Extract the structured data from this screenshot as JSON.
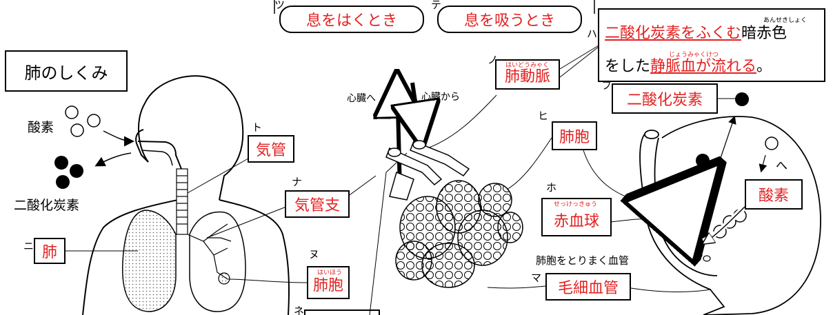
{
  "top": {
    "marker_tsu": "ツ",
    "marker_te": "テ",
    "exhale": "息をはくとき",
    "inhale": "息を吸うとき"
  },
  "title": "肺のしくみ",
  "left": {
    "oxygen": "酸素",
    "co2": "二酸化炭素",
    "marker_ni": "ニ",
    "lung": "肺",
    "marker_to": "ト",
    "trachea": "気管",
    "marker_na": "ナ",
    "bronchus": "気管支",
    "marker_nu": "ヌ",
    "alveoli_ruby": "はいほう",
    "alveoli": "肺胞",
    "marker_ne": "ネ"
  },
  "center": {
    "to_heart": "心臓へ",
    "from_heart": "心臓から",
    "marker_no": "ノ",
    "pulm_artery_ruby": "はいどうみゃく",
    "pulm_artery": "肺動脈",
    "marker_hi": "ヒ",
    "alveolus": "肺胞",
    "marker_ho": "ホ",
    "rbc_ruby": "せっけっきゅう",
    "rbc": "赤血球",
    "capillary_caption": "肺胞をとりまく血管",
    "marker_ma": "マ",
    "capillary": "毛細血管"
  },
  "right": {
    "marker_ha": "ハ",
    "note_part1": "二酸化炭素をふくむ",
    "note_part2": "暗赤色",
    "note_ruby1": "あんせきしょく",
    "note_part3": "をした",
    "note_part4": "静脈血が流れる",
    "note_part5": "。",
    "note_ruby2": "じょうみゃくけつ",
    "marker_fu": "フ",
    "co2": "二酸化炭素",
    "he": "へ",
    "oxygen": "酸素"
  },
  "colors": {
    "accent_red": "#e32020",
    "line": "#000000",
    "arrow_gray": "#555555"
  }
}
